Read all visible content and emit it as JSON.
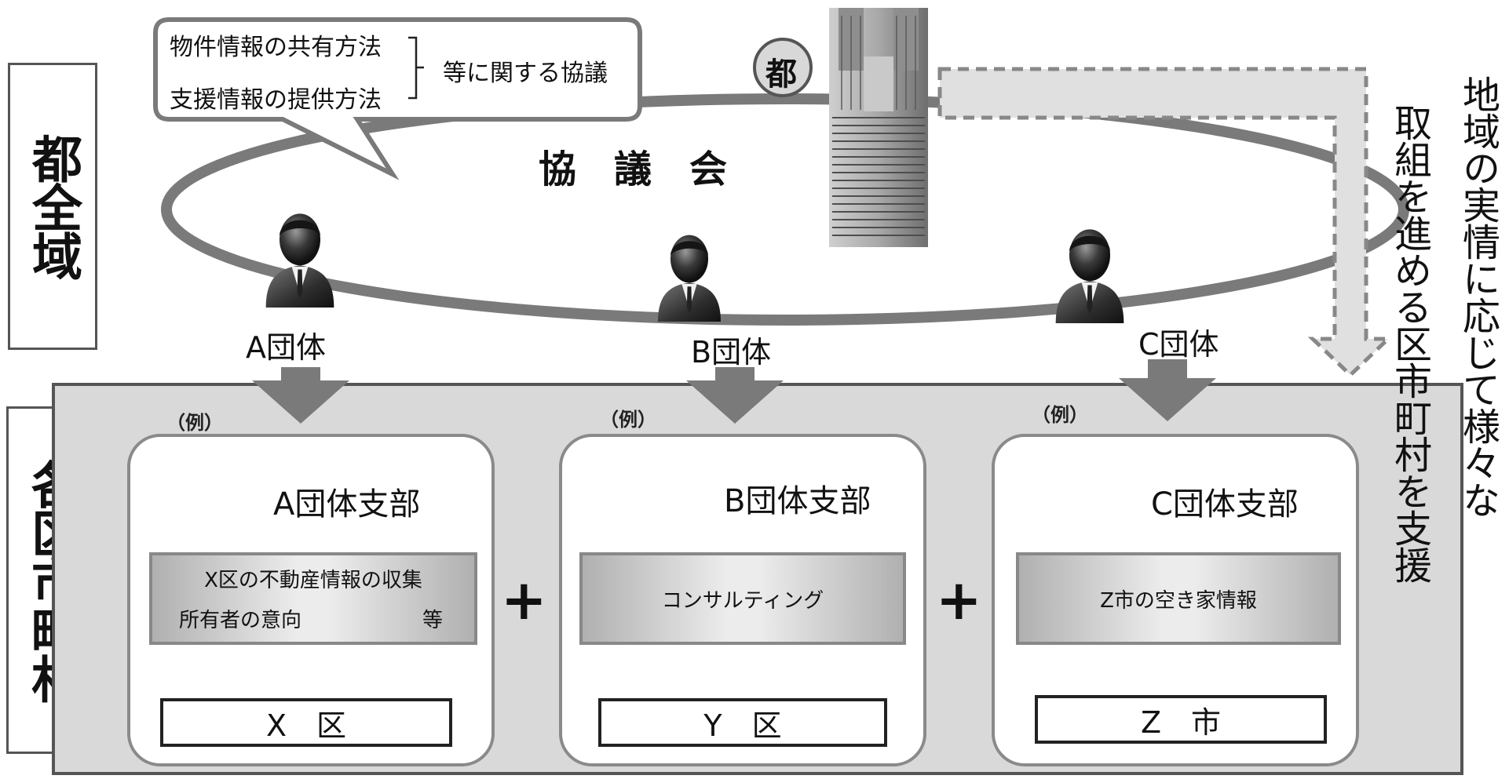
{
  "left_labels": {
    "top": "都全域",
    "bottom": "各区市町村"
  },
  "speech_bubble": {
    "line1": "物件情報の共有方法",
    "line2": "支援情報の提供方法",
    "suffix": "等に関する協議"
  },
  "council": {
    "title": "協　議　会",
    "metro_badge": "都"
  },
  "groups": [
    {
      "label": "A団体"
    },
    {
      "label": "B団体"
    },
    {
      "label": "C団体"
    }
  ],
  "branches": [
    {
      "example": "（例）",
      "title": "A団体支部",
      "activity_line1": "X区の不動産情報の収集",
      "activity_line2": "所有者の意向",
      "activity_suffix": "等",
      "result": "X　区"
    },
    {
      "example": "（例）",
      "title": "B団体支部",
      "activity_line1": "コンサルティング",
      "result": "Y　区"
    },
    {
      "example": "（例）",
      "title": "C団体支部",
      "activity_line1": "Z市の空き家情報",
      "result": "Z　市"
    }
  ],
  "plus_signs": [
    "+",
    "+"
  ],
  "right_text": {
    "column1": "地域の実情に応じて様々な",
    "column2": "取組を進める区市町村を支援"
  },
  "colors": {
    "ellipse": "#7a7a7a",
    "arrow": "#7a7a7a",
    "panel": "#d9d9d9",
    "dashed_arrow_fill": "#e0e0e0",
    "dashed_arrow_stroke": "#888888"
  }
}
